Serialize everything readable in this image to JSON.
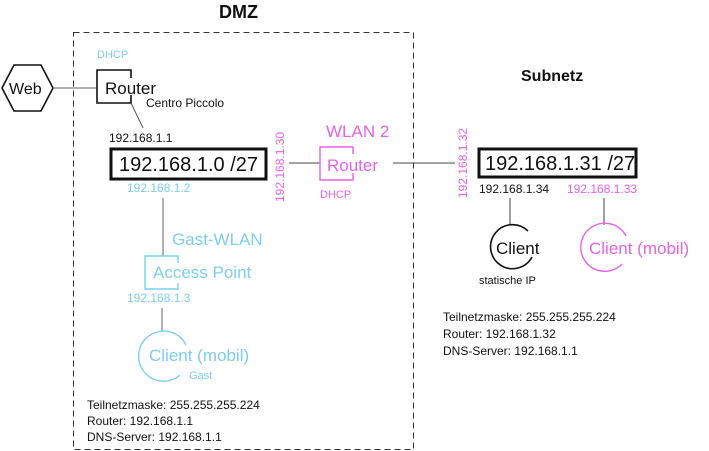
{
  "colors": {
    "dmz_wifi": "#7ccfee",
    "wlan2": "#e862e8",
    "wired": "#111111"
  },
  "dmz": {
    "title": "DMZ",
    "web": {
      "label": "Web",
      "icon": "hexagon"
    },
    "main_router": {
      "dhcp": "DHCP",
      "label": "Router",
      "name": "Centro Piccolo",
      "ip": "192.168.1.1"
    },
    "subnet": {
      "label": "192.168.1.0 /27"
    },
    "guest": {
      "ap_ip_top": "192.168.1.2",
      "network": "Gast-WLAN",
      "ap_label": "Access Point",
      "ap_ip": "192.168.1.3",
      "client_label": "Client (mobil)",
      "client_note": "Gast"
    },
    "info": {
      "mask": "Teilnetzmaske:  255.255.255.224",
      "router": "Router: 192.168.1.1",
      "dns": "DNS-Server: 192.168.1.1"
    }
  },
  "wlan2": {
    "ip_dmz": "192.168.1.30",
    "title": "WLAN 2",
    "router_label": "Router",
    "dhcp": "DHCP",
    "ip_subnet": "192.168.1.32"
  },
  "subnetz": {
    "title": "Subnetz",
    "subnet": {
      "label": "192.168.1.31 /27"
    },
    "client_static": {
      "ip": "192.168.1.34",
      "label": "Client",
      "note": "statische IP"
    },
    "client_mobile": {
      "ip": "192.168.1.33",
      "label": "Client (mobil)"
    },
    "info": {
      "mask": "Teilnetzmaske:  255.255.255.224",
      "router": "Router: 192.168.1.32",
      "dns": "DNS-Server: 192.168.1.1"
    }
  }
}
